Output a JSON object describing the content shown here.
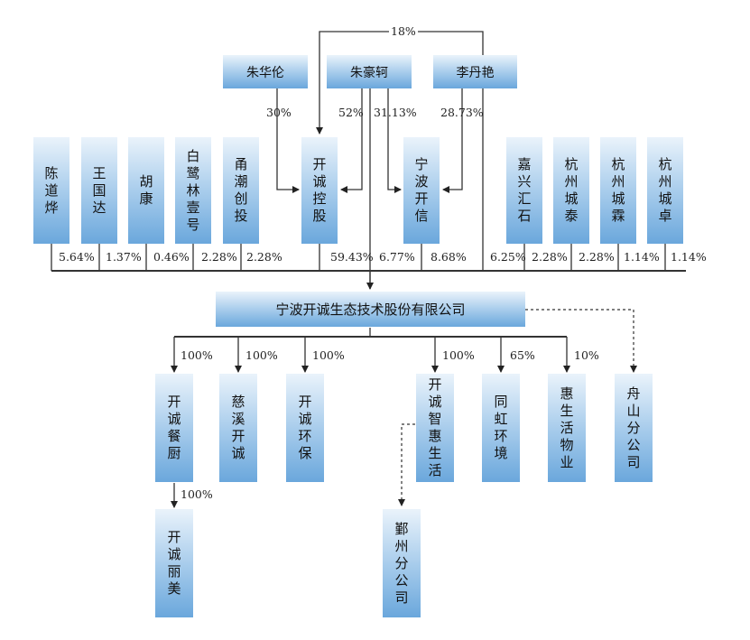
{
  "individuals": {
    "zhu_hualun": "朱华伦",
    "zhu_haoke": "朱豪轲",
    "li_danyan": "李丹艳"
  },
  "shareholders": {
    "chen_daoye": "陈道烨",
    "wang_guoda": "王国达",
    "hu_kang": "胡康",
    "bailu_linhu": "白鹭林壹号",
    "yongchao_chuangtou": "甬潮创投",
    "kaicheng_konggu": "开诚控股",
    "ningbo_kaixin": "宁波开信",
    "jiaxing_huishi": "嘉兴汇石",
    "hangzhou_chengtai": "杭州城泰",
    "hangzhou_chengsen": "杭州城霖",
    "hangzhou_chengzhuo": "杭州城卓"
  },
  "company": "宁波开诚生态技术股份有限公司",
  "subsidiaries": {
    "kaicheng_canchu": "开诚餐厨",
    "cixi_kaicheng": "慈溪开诚",
    "kaicheng_huanbao": "开诚环保",
    "kaicheng_zhihui": "开诚智惠生活",
    "tonghong_huanjing": "同虹环境",
    "huisheng_wuye": "惠生活物业",
    "zhoushan_fengongsi": "舟山分公司",
    "kaicheng_limei": "开诚丽美",
    "yinzhou_fengongsi": "鄞州分公司"
  },
  "percentages": {
    "zhu_haoke_to_kaicheng_konggu": "18%",
    "zhu_hualun_to_kaicheng_konggu": "30%",
    "zhu_haoke_to_kaicheng_konggu_b": "52%",
    "zhu_haoke_to_ningbo_kaixin": "31.13%",
    "li_danyan_to_ningbo_kaixin": "28.73%",
    "chen_daoye": "5.64%",
    "wang_guoda": "1.37%",
    "hu_kang": "0.46%",
    "bailu_linhu": "2.28%",
    "yongchao_chuangtou": "2.28%",
    "kaicheng_konggu": "59.43%",
    "zhu_haoke_direct": "6.77%",
    "ningbo_kaixin": "8.68%",
    "jiaxing_huishi": "6.25%",
    "hangzhou_chengtai": "2.28%",
    "hangzhou_chengsen": "2.28%",
    "hangzhou_chengzhuo1": "1.14%",
    "hangzhou_chengzhuo2": "1.14%",
    "kaicheng_canchu": "100%",
    "cixi_kaicheng": "100%",
    "kaicheng_huanbao": "100%",
    "kaicheng_zhihui": "100%",
    "tonghong_huanjing": "65%",
    "huisheng_wuye": "10%",
    "kaicheng_limei": "100%"
  }
}
